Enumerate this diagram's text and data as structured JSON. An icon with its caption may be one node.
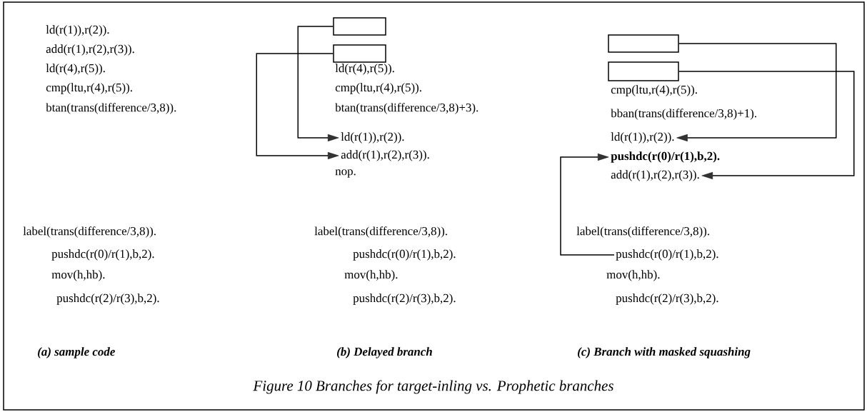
{
  "diagram": {
    "caption": "Figure 10 Branches for target-inling vs. Prophetic branches",
    "nodes": [
      {
        "text": [],
        "shape": "box"
      },
      {
        "text": [],
        "shape": "box"
      },
      {
        "text": [
          "ld(r(1)),r(2))."
        ]
      },
      {
        "text": [
          "add(r(1),r(2),r(3))."
        ]
      },
      {
        "text": [],
        "shape": "box"
      },
      {
        "text": [],
        "shape": "box"
      },
      {
        "text": [
          "ld(r(1)),r(2))."
        ]
      },
      {
        "text": [
          "pushdc(r(0)/r(1),b,2)."
        ]
      },
      {
        "text": [
          "add(r(1),r(2),r(3))."
        ]
      },
      {
        "text": [
          "pushdc(r(0)/r(1),b,2)."
        ]
      }
    ],
    "edges": [
      {
        "from": 0,
        "to": 2,
        "arrow": "to"
      },
      {
        "from": 1,
        "to": 3,
        "arrow": "to"
      },
      {
        "from": 4,
        "to": 6,
        "arrow": "to"
      },
      {
        "from": 5,
        "to": 8,
        "arrow": "to"
      },
      {
        "from": 9,
        "to": 7,
        "arrow": "to"
      }
    ],
    "labels": [
      "ld(r(1)),r(2)).",
      "add(r(1),r(2),r(3)).",
      "ld(r(4),r(5)).",
      "cmp(ltu,r(4),r(5)).",
      "btan(trans(difference/3,8)).",
      "label(trans(difference/3,8)).",
      "pushdc(r(0)/r(1),b,2).",
      "mov(h,hb).",
      "pushdc(r(2)/r(3),b,2).",
      "(a) sample code",
      "ld(r(4),r(5)).",
      "cmp(ltu,r(4),r(5)).",
      "btan(trans(difference/3,8)+3).",
      "nop.",
      "label(trans(difference/3,8)).",
      "pushdc(r(0)/r(1),b,2).",
      "mov(h,hb).",
      "pushdc(r(2)/r(3),b,2).",
      "(b) Delayed branch",
      "cmp(ltu,r(4),r(5)).",
      "bban(trans(difference/3,8)+1).",
      "label(trans(difference/3,8)).",
      "mov(h,hb).",
      "pushdc(r(2)/r(3),b,2).",
      "(c) Branch with masked squashing"
    ]
  }
}
